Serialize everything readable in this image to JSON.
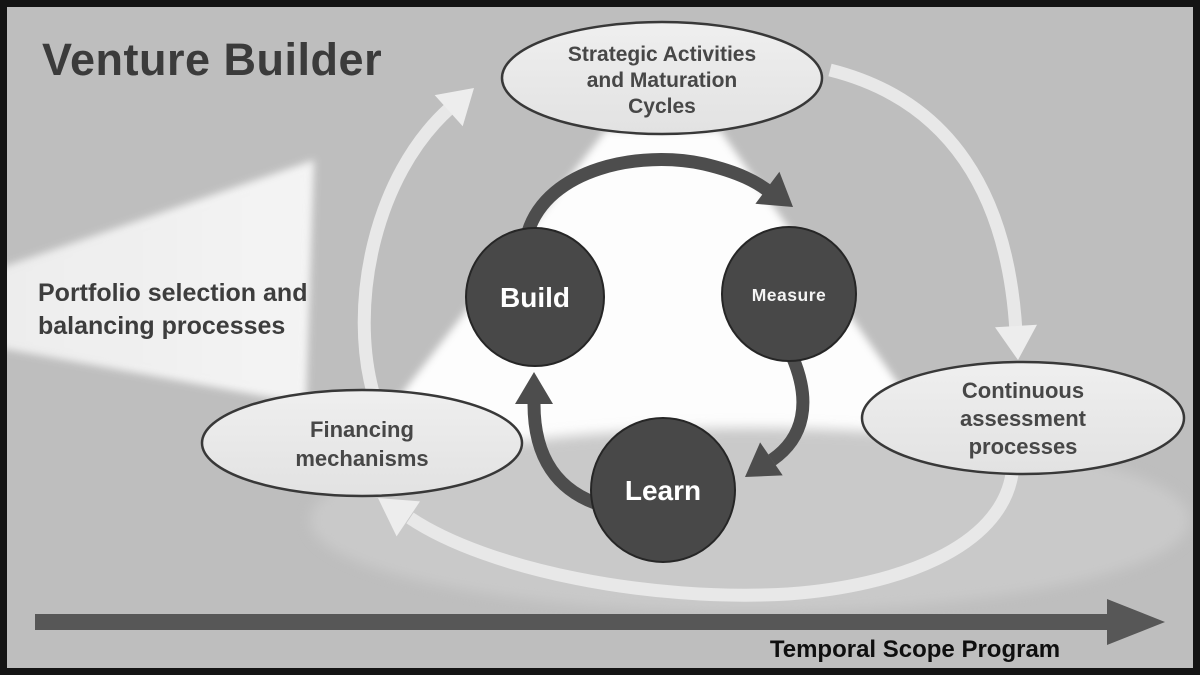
{
  "title": "Venture Builder",
  "portfolio_label": {
    "lines": [
      "Portfolio selection and",
      "balancing processes"
    ]
  },
  "ellipses": {
    "strategic": {
      "lines": [
        "Strategic Activities",
        "and Maturation",
        "Cycles"
      ]
    },
    "financing": {
      "lines": [
        "Financing",
        "mechanisms"
      ]
    },
    "assessment": {
      "lines": [
        "Continuous",
        "assessment",
        "processes"
      ]
    }
  },
  "cycle_nodes": {
    "build": "Build",
    "measure": "Measure",
    "learn": "Learn"
  },
  "timeline": {
    "label": "Temporal Scope Program"
  },
  "colors": {
    "background": "#bebebe",
    "frame": "#141414",
    "node_fill": "#484848",
    "node_text": "#ffffff",
    "dark_arrow": "#4d4d4d",
    "light_arrow": "#e8e8e8",
    "ellipse_fill": "#e9e9e9",
    "ellipse_stroke": "#383838",
    "center_highlight": "#fdfdfd",
    "beam": "#f0f0f0",
    "base_shade": "#c9c9c9",
    "timeline_arrow": "#575757",
    "label_text": "#3b3b3b",
    "timeline_text": "#0f0f0f"
  }
}
